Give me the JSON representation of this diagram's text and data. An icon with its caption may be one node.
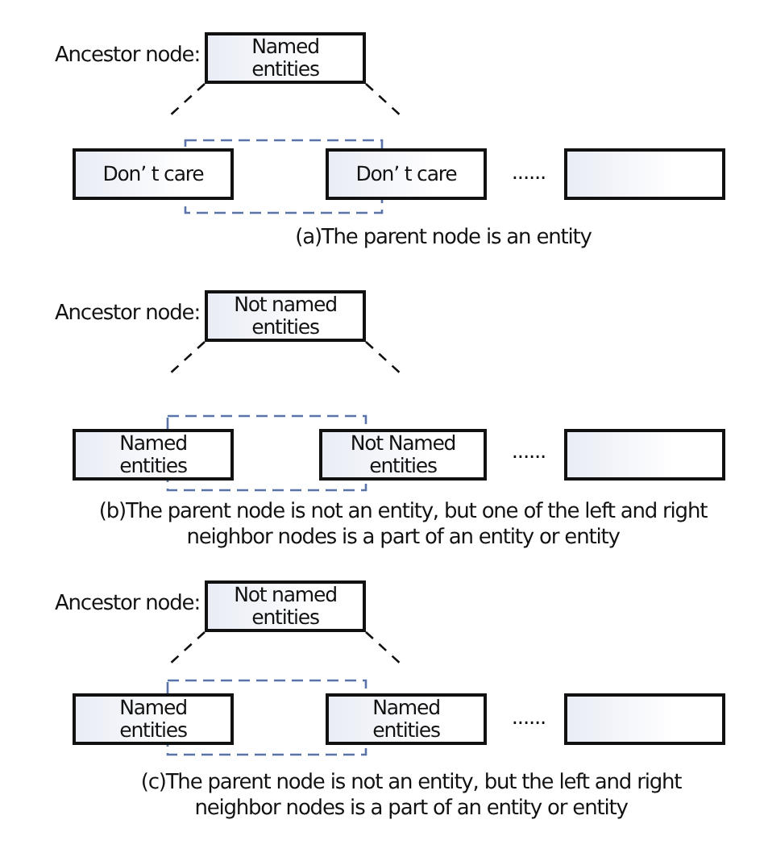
{
  "diagram": {
    "nodes": [
      {
        "text": [
          "Named entities"
        ],
        "beside": [
          "Ancestor node:"
        ]
      },
      {
        "text": [
          "Don’ t care"
        ]
      },
      {
        "text": [
          "Don’ t care"
        ]
      },
      {
        "text": [],
        "shape": "box"
      },
      {
        "text": [
          "Not named entities"
        ],
        "beside": [
          "Ancestor node:"
        ]
      },
      {
        "text": [
          "Named entities"
        ]
      },
      {
        "text": [
          "Not Named entities"
        ]
      },
      {
        "text": [],
        "shape": "box"
      },
      {
        "text": [
          "Not named entities"
        ],
        "beside": [
          "Ancestor node:"
        ]
      },
      {
        "text": [
          "Named entities"
        ]
      },
      {
        "text": [
          "Named entities"
        ]
      },
      {
        "text": [],
        "shape": "box"
      }
    ],
    "edges": [
      {
        "from": 0,
        "to": null,
        "arrow": "none",
        "style": "dashed"
      },
      {
        "from": 0,
        "to": null,
        "arrow": "none",
        "style": "dashed"
      },
      {
        "from": 4,
        "to": null,
        "arrow": "none",
        "style": "dashed"
      },
      {
        "from": 4,
        "to": null,
        "arrow": "none",
        "style": "dashed"
      },
      {
        "from": 8,
        "to": null,
        "arrow": "none",
        "style": "dashed"
      },
      {
        "from": 8,
        "to": null,
        "arrow": "none",
        "style": "dashed"
      }
    ],
    "labels": [
      "......",
      "(a)The parent node is an entity",
      "......",
      "(b)The parent node is not an entity, but one of the left and right neighbor nodes is a part of an entity or entity",
      "......",
      "(c)The parent node is not an entity, but the left and right neighbor nodes is a part of an entity or entity"
    ]
  }
}
